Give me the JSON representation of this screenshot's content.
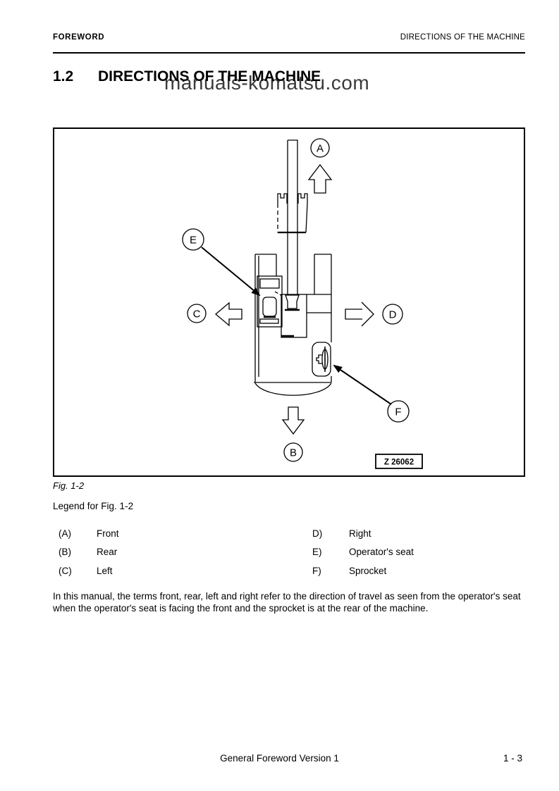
{
  "header": {
    "left": "FOREWORD",
    "right": "DIRECTIONS OF THE MACHINE"
  },
  "title": {
    "number": "1.2",
    "text": "DIRECTIONS OF THE MACHINE"
  },
  "watermark": "manuals-komatsu.com",
  "figure": {
    "caption": "Fig. 1-2",
    "drawing_number": "Z 26062",
    "labels": [
      "A",
      "B",
      "C",
      "D",
      "E",
      "F"
    ],
    "line_color": "#000000",
    "background": "#ffffff"
  },
  "legend": {
    "heading": "Legend for Fig. 1-2",
    "left_column": [
      {
        "key": "(A)",
        "value": "Front"
      },
      {
        "key": "(B)",
        "value": "Rear"
      },
      {
        "key": "(C)",
        "value": "Left"
      }
    ],
    "right_column": [
      {
        "key": "D)",
        "value": "Right"
      },
      {
        "key": "E)",
        "value": "Operator's seat"
      },
      {
        "key": "F)",
        "value": "Sprocket"
      }
    ]
  },
  "body_text": "In this manual, the terms front, rear, left and right refer to the direction of travel as seen from the operator's seat when the operator's seat is facing the front and the sprocket is at the rear of the machine.",
  "footer": {
    "center": "General Foreword Version 1",
    "page": "1 - 3"
  }
}
